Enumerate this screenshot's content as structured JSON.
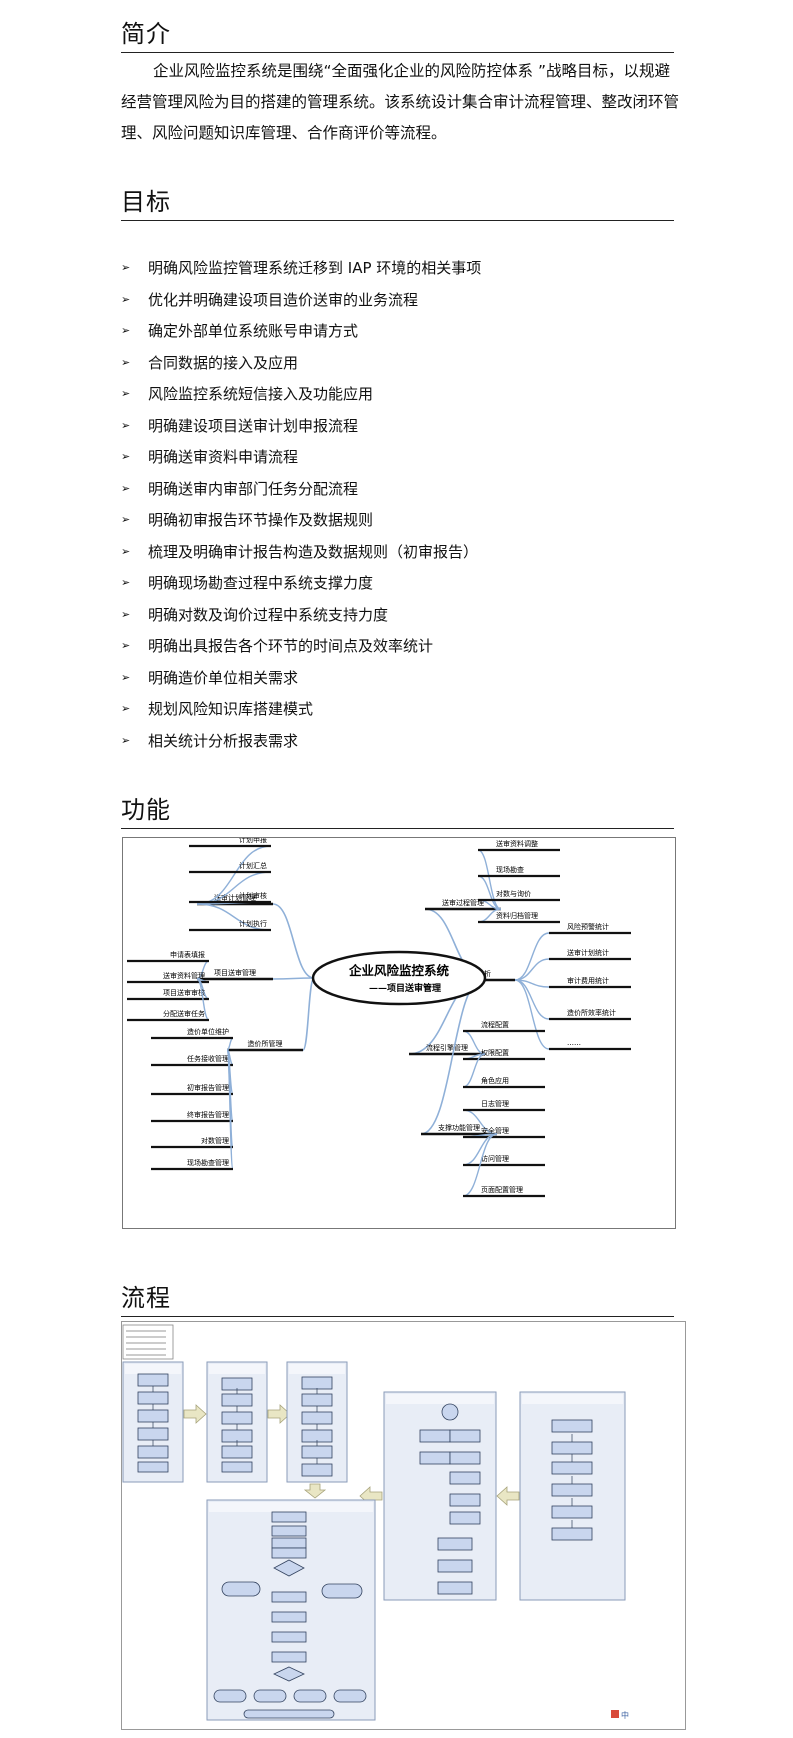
{
  "intro": {
    "title": "简介",
    "paragraph": "企业风险监控系统是围绕“全面强化企业的风险防控体系 ”战略目标，以规避经营管理风险为目的搭建的管理系统。该系统设计集合审计流程管理、整改闭环管理、风险问题知识库管理、合作商评价等流程。"
  },
  "goals": {
    "title": "目标",
    "items": [
      "明确风险监控管理系统迁移到 IAP 环境的相关事项",
      "优化并明确建设项目造价送审的业务流程",
      "确定外部单位系统账号申请方式",
      "合同数据的接入及应用",
      "风险监控系统短信接入及功能应用",
      "明确建设项目送审计划申报流程",
      "明确送审资料申请流程",
      "明确送审内审部门任务分配流程",
      "明确初审报告环节操作及数据规则",
      "梳理及明确审计报告构造及数据规则（初审报告）",
      "明确现场勘查过程中系统支撑力度",
      "明确对数及询价过程中系统支持力度",
      "明确出具报告各个环节的时间点及效率统计",
      "明确造价单位相关需求",
      "规划风险知识库搭建模式",
      "相关统计分析报表需求"
    ]
  },
  "functions": {
    "title": "功能",
    "center_title": "企业风险监控系统",
    "center_subtitle": "——项目送审管理",
    "groups": [
      {
        "label": "送审计划管理",
        "leaves": [
          "计划申报",
          "计划汇总",
          "计划审核",
          "计划执行"
        ]
      },
      {
        "label": "项目送审管理",
        "leaves": [
          "申请表填报",
          "送审资料管理",
          "项目送审审核",
          "分配送审任务"
        ]
      },
      {
        "label": "造价所管理",
        "leaves": [
          "造价单位维护",
          "任务接收管理",
          "初审报告管理",
          "终审报告管理",
          "对数管理",
          "现场勘查管理"
        ]
      },
      {
        "label": "送审过程管理",
        "leaves": [
          "送审资料调整",
          "现场勘查",
          "对数与询价",
          "资料归档管理"
        ]
      },
      {
        "label": "统计分析",
        "leaves": [
          "风险预警统计",
          "送审计划统计",
          "审计费用统计",
          "造价所效率统计",
          "……"
        ]
      },
      {
        "label": "流程引擎管理",
        "leaves": [
          "流程配置",
          "权限配置",
          "角色应用"
        ]
      },
      {
        "label": "支撑功能管理",
        "leaves": [
          "日志管理",
          "安全管理",
          "访问管理",
          "页面配置管理"
        ]
      }
    ]
  },
  "process": {
    "title": "流程",
    "corner_mark": "中"
  },
  "colors": {
    "text": "#111111",
    "rule": "#222222",
    "mindmap_curve": "#8fb0d8",
    "mindmap_bar": "#111111",
    "flow_panel": "#e8edf6",
    "flow_box": "#c9d6ee",
    "flow_arrow": "#e9e6c4"
  }
}
